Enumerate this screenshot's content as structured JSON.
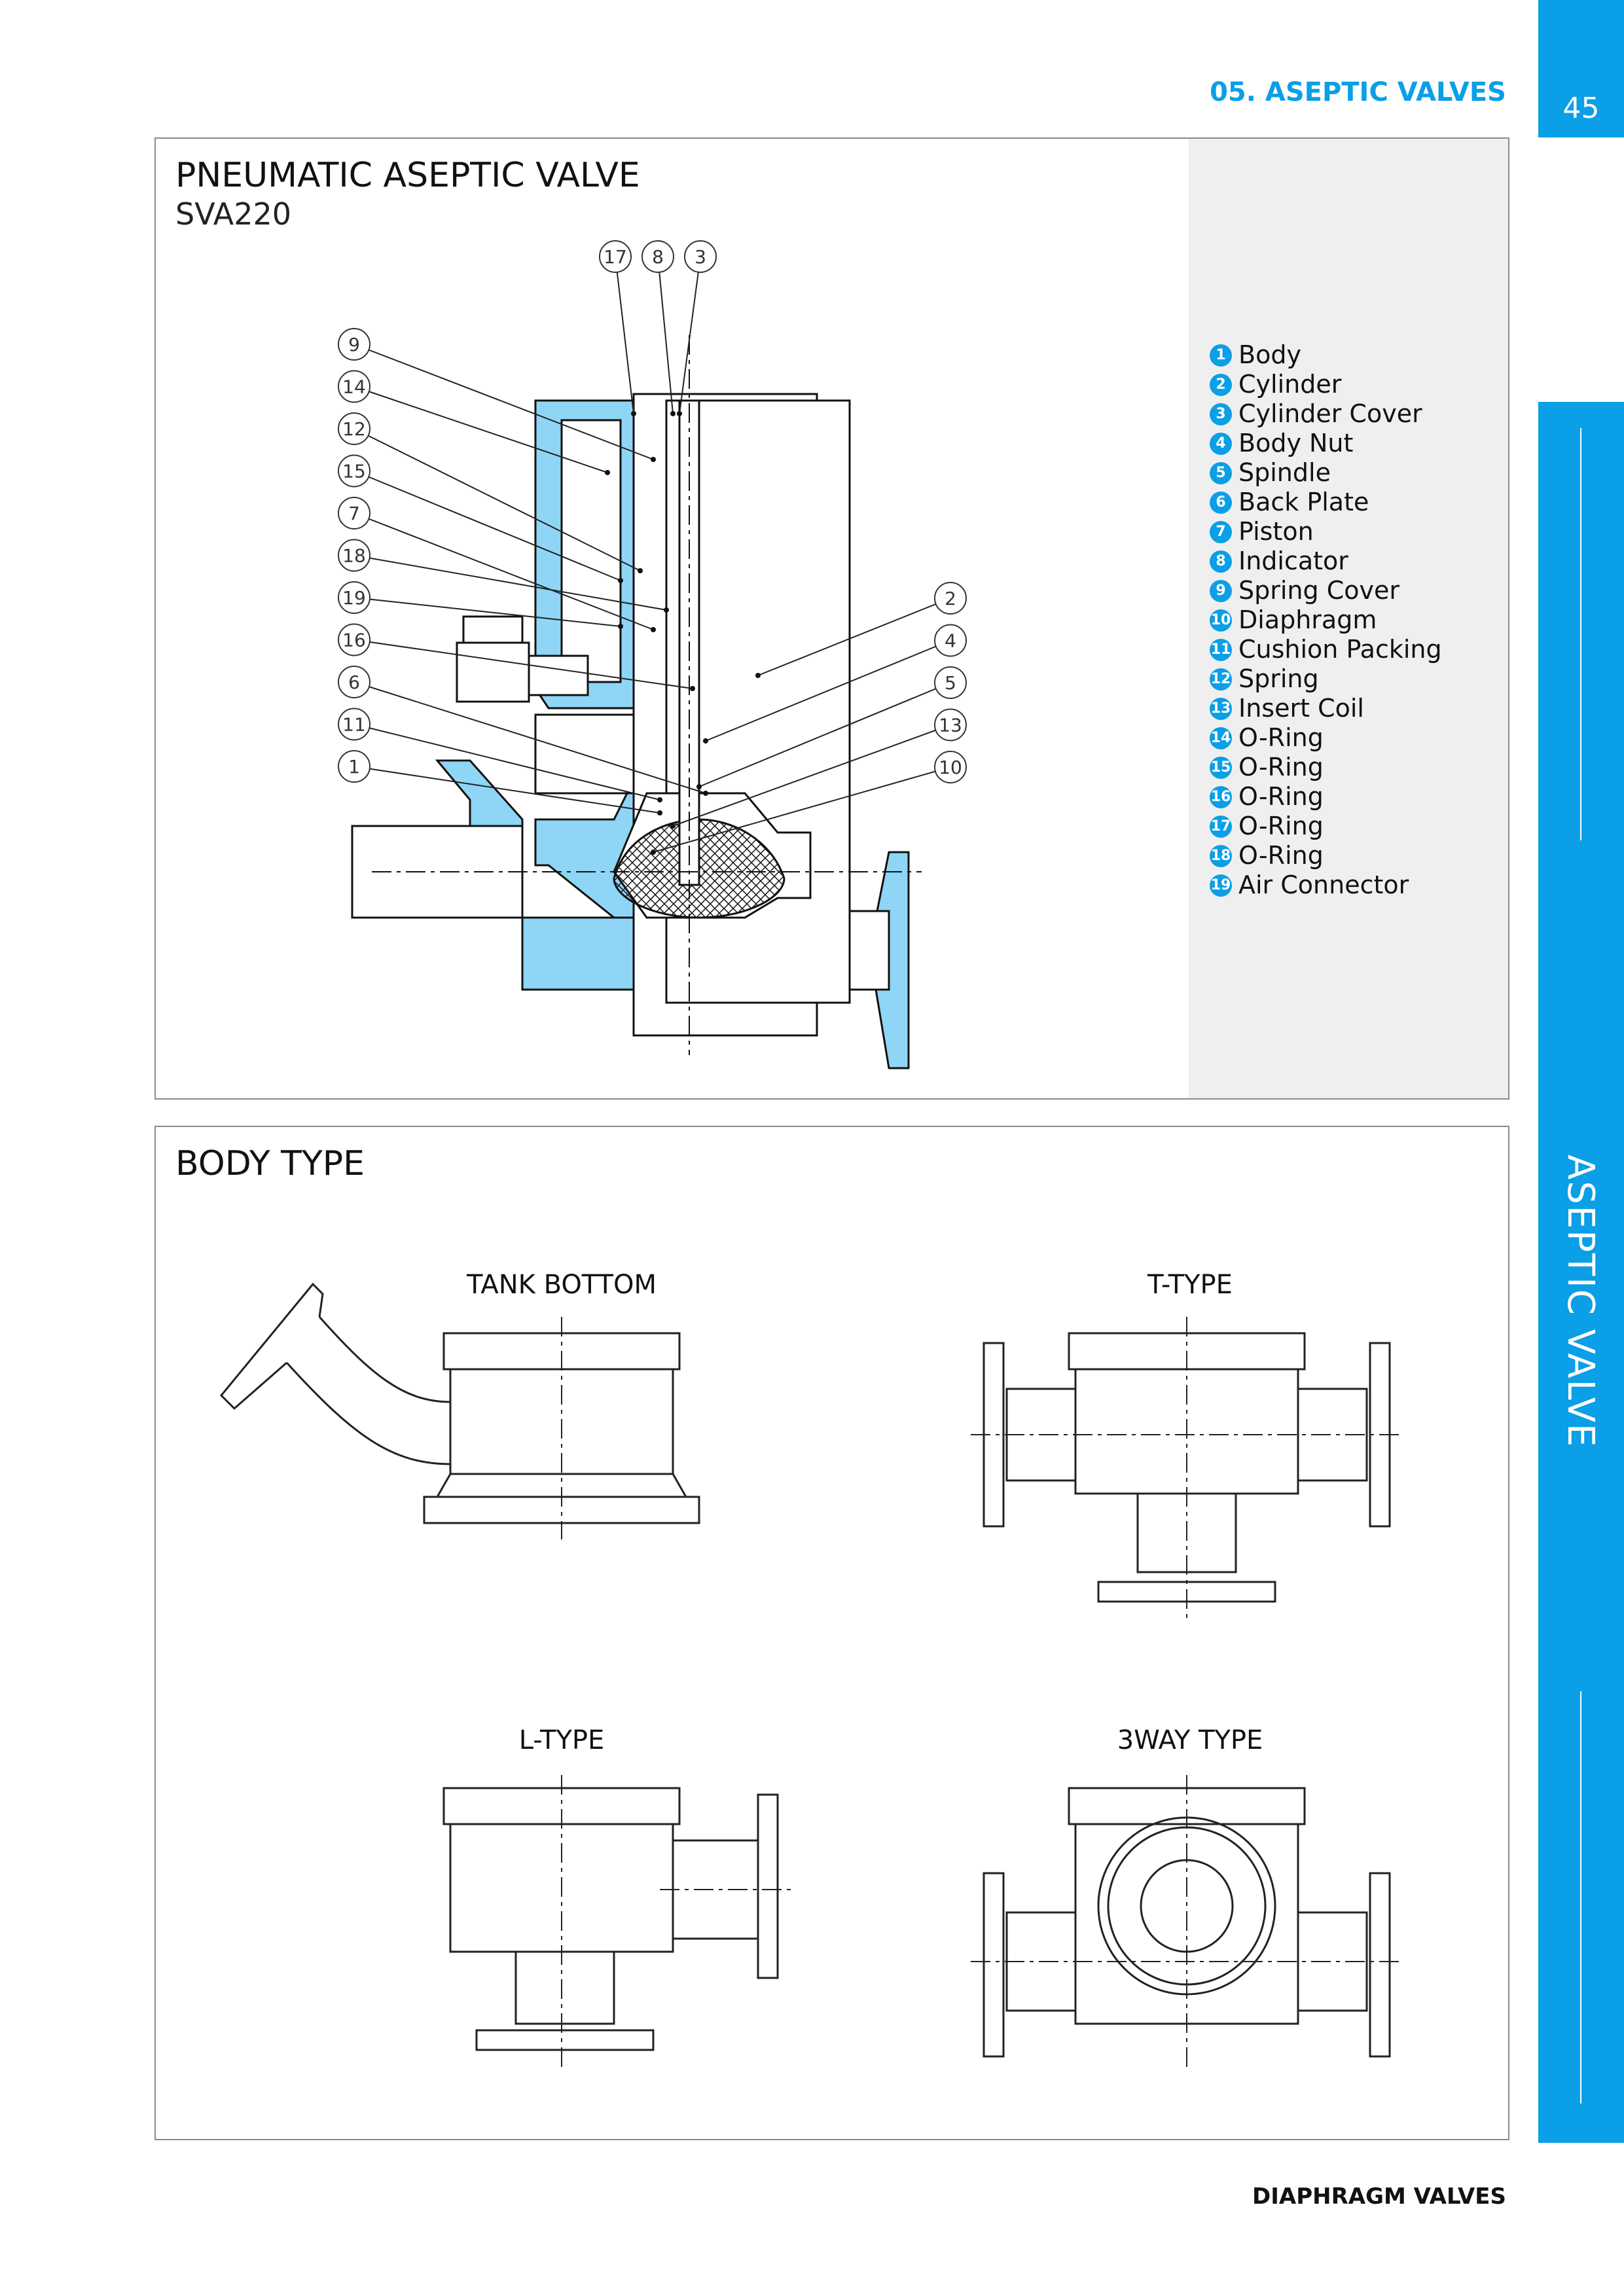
{
  "header": {
    "section": "05. ASEPTIC VALVES",
    "page_number": "45"
  },
  "side_tab": {
    "label": "ASEPTIC VALVE"
  },
  "valve_panel": {
    "title": "PNEUMATIC ASEPTIC VALVE",
    "model": "SVA220",
    "callouts_left": [
      "9",
      "14",
      "12",
      "15",
      "7",
      "18",
      "19",
      "16",
      "6",
      "11",
      "1"
    ],
    "callouts_top": [
      "17",
      "8",
      "3"
    ],
    "callouts_right": [
      "2",
      "4",
      "5",
      "13",
      "10"
    ],
    "parts": [
      {
        "num": "1",
        "name": "Body"
      },
      {
        "num": "2",
        "name": "Cylinder"
      },
      {
        "num": "3",
        "name": "Cylinder Cover"
      },
      {
        "num": "4",
        "name": "Body Nut"
      },
      {
        "num": "5",
        "name": "Spindle"
      },
      {
        "num": "6",
        "name": "Back Plate"
      },
      {
        "num": "7",
        "name": "Piston"
      },
      {
        "num": "8",
        "name": "Indicator"
      },
      {
        "num": "9",
        "name": "Spring Cover"
      },
      {
        "num": "10",
        "name": "Diaphragm"
      },
      {
        "num": "11",
        "name": "Cushion Packing"
      },
      {
        "num": "12",
        "name": "Spring"
      },
      {
        "num": "13",
        "name": "Insert Coil"
      },
      {
        "num": "14",
        "name": "O-Ring"
      },
      {
        "num": "15",
        "name": "O-Ring"
      },
      {
        "num": "16",
        "name": "O-Ring"
      },
      {
        "num": "17",
        "name": "O-Ring"
      },
      {
        "num": "18",
        "name": "O-Ring"
      },
      {
        "num": "19",
        "name": "Air Connector"
      }
    ]
  },
  "body_panel": {
    "title": "BODY TYPE",
    "types": [
      "TANK BOTTOM",
      "T-TYPE",
      "L-TYPE",
      "3WAY TYPE"
    ]
  },
  "footer": {
    "label": "DIAPHRAGM VALVES"
  },
  "colors": {
    "accent": "#0a9fe6",
    "body_fill": "#8fd5f5",
    "panel_gray": "#efefef"
  }
}
